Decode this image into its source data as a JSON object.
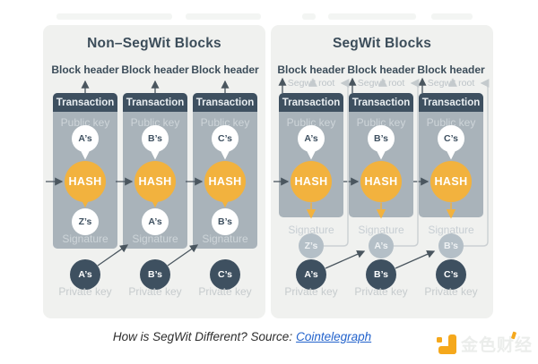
{
  "panels": [
    {
      "title": "Non–SegWit Blocks",
      "columns": [
        {
          "block_header": "Block header",
          "transaction": "Transaction",
          "public_key_label": "Public key",
          "public_key": "A’s",
          "hash": "HASH",
          "signature": "Z’s",
          "signature_label": "Signature",
          "private_key": "A’s",
          "private_key_label": "Private key"
        },
        {
          "block_header": "Block header",
          "transaction": "Transaction",
          "public_key_label": "Public key",
          "public_key": "B’s",
          "hash": "HASH",
          "signature": "A’s",
          "signature_label": "Signature",
          "private_key": "B’s",
          "private_key_label": "Private key"
        },
        {
          "block_header": "Block header",
          "transaction": "Transaction",
          "public_key_label": "Public key",
          "public_key": "C’s",
          "hash": "HASH",
          "signature": "B’s",
          "signature_label": "Signature",
          "private_key": "C’s",
          "private_key_label": "Private key"
        }
      ]
    },
    {
      "title": "SegWit Blocks",
      "columns": [
        {
          "block_header": "Block header",
          "segwit_root": "Segwit root",
          "transaction": "Transaction",
          "public_key_label": "Public key",
          "public_key": "A’s",
          "hash": "HASH",
          "signature_label": "Signature",
          "signature": "Z’s",
          "private_key": "A’s",
          "private_key_label": "Private key"
        },
        {
          "block_header": "Block header",
          "segwit_root": "Segwit root",
          "transaction": "Transaction",
          "public_key_label": "Public key",
          "public_key": "B’s",
          "hash": "HASH",
          "signature_label": "Signature",
          "signature": "A’s",
          "private_key": "B’s",
          "private_key_label": "Private key"
        },
        {
          "block_header": "Block header",
          "segwit_root": "Segwit root",
          "transaction": "Transaction",
          "public_key_label": "Public key",
          "public_key": "C’s",
          "hash": "HASH",
          "signature_label": "Signature",
          "signature": "B’s",
          "private_key": "C’s",
          "private_key_label": "Private key"
        }
      ]
    }
  ],
  "caption": {
    "text": "How is SegWit Different? Source:",
    "link": "Cointelegraph"
  },
  "watermark": {
    "text": "金色财经"
  },
  "colors": {
    "accent_orange": "#f2b23e",
    "dark_slate": "#3e5060",
    "column_body": "#a9b3ba",
    "panel_bg": "#f0f1ef",
    "link_blue": "#2363cc",
    "logo_orange": "#f5a81c"
  }
}
